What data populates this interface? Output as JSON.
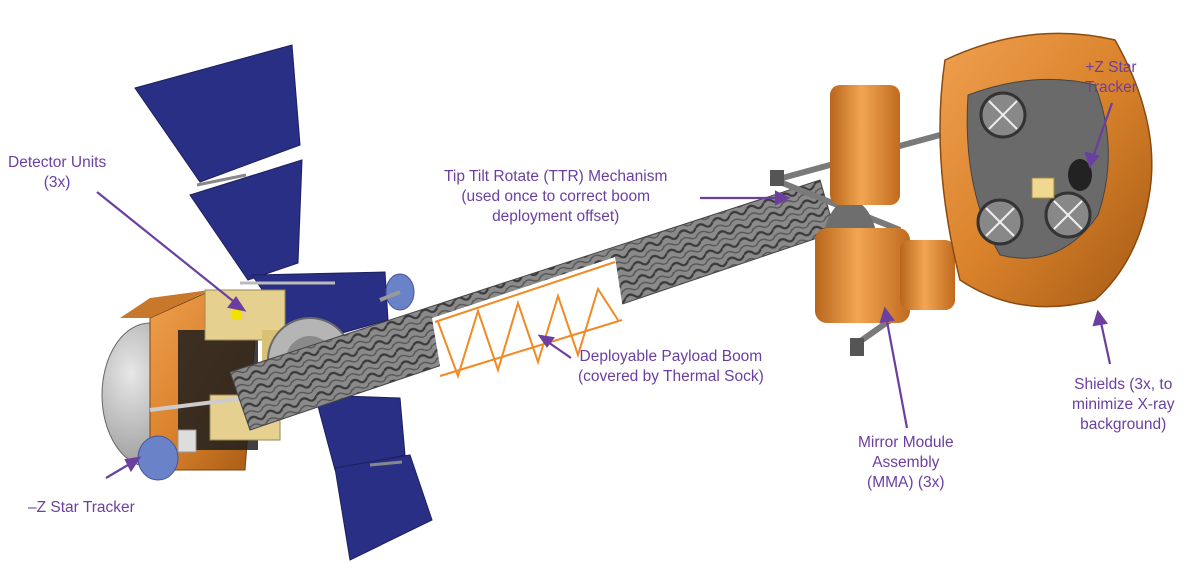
{
  "labels": {
    "detector_units": [
      "Detector Units",
      "(3x)"
    ],
    "ttr": [
      "Tip Tilt Rotate (TTR) Mechanism",
      "(used once to correct boom",
      "deployment offset)"
    ],
    "plus_z": [
      "+Z Star",
      "Tracker"
    ],
    "boom": [
      "Deployable Payload Boom",
      "(covered by Thermal Sock)"
    ],
    "shields": [
      "Shields (3x, to",
      "minimize X-ray",
      "background)"
    ],
    "mma": [
      "Mirror Module",
      "Assembly",
      "(MMA) (3x)"
    ],
    "minus_z": [
      "–Z Star Tracker"
    ]
  },
  "colors": {
    "label": "#6b3fa0",
    "solar_panel": "#2a2f86",
    "shield_copper": "#d9822b",
    "boom_gray": "#6e6e6e",
    "truss_orange": "#f08a24"
  }
}
